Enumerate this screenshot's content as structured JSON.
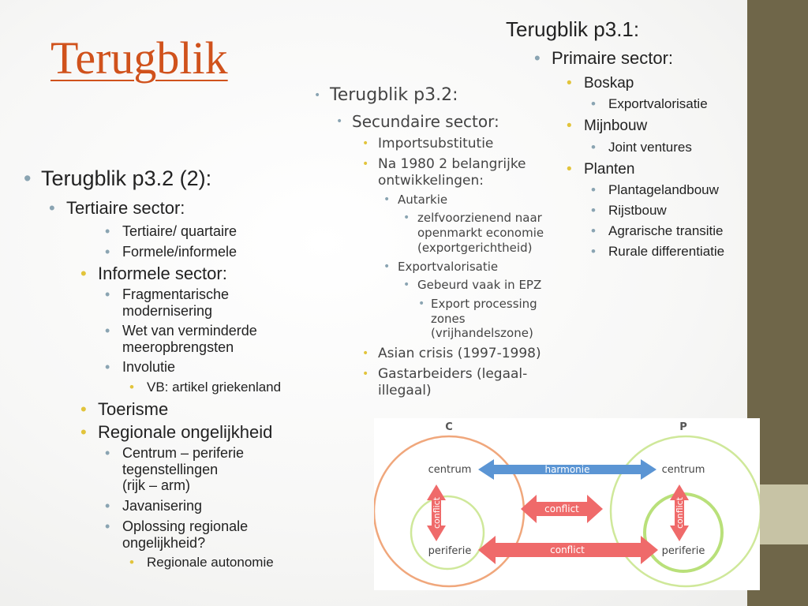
{
  "title": "Terugblik",
  "left_column": [
    {
      "text": "Terugblik p3.2 (2):",
      "level": 1
    },
    {
      "text": "Tertiaire sector:",
      "level": 2
    },
    {
      "text": "Tertiaire/ quartaire",
      "level": 3
    },
    {
      "text": "Formele/informele",
      "level": 3
    },
    {
      "text": "Informele sector:",
      "level": 2
    },
    {
      "text": "Fragmentarische",
      "level": 3
    },
    {
      "text": "modernisering",
      "level": 3,
      "cont": true
    },
    {
      "text": "Wet van verminderde",
      "level": 3
    },
    {
      "text": "meeropbrengsten",
      "level": 3,
      "cont": true
    },
    {
      "text": "Involutie",
      "level": 3
    },
    {
      "text": "VB: artikel griekenland",
      "level": 4
    },
    {
      "text": "Toerisme",
      "level": 2
    },
    {
      "text": "Regionale ongelijkheid",
      "level": 2
    },
    {
      "text": "Centrum – periferie",
      "level": 3
    },
    {
      "text": "tegenstellingen",
      "level": 3,
      "cont": true
    },
    {
      "text": "(rijk – arm)",
      "level": 3,
      "cont": true
    },
    {
      "text": "Javanisering",
      "level": 3
    },
    {
      "text": "Oplossing regionale",
      "level": 3
    },
    {
      "text": "ongelijkheid?",
      "level": 3,
      "cont": true
    },
    {
      "text": "Regionale autonomie",
      "level": 4
    }
  ],
  "middle_column": [
    {
      "text": "Terugblik p3.2:",
      "level": 1
    },
    {
      "text": "Secundaire sector:",
      "level": 2
    },
    {
      "text": "Importsubstitutie",
      "level": 3
    },
    {
      "text": "Na 1980 2 belangrijke",
      "level": 3
    },
    {
      "text": "ontwikkelingen:",
      "level": 3,
      "cont": true
    },
    {
      "text": "Autarkie",
      "level": 4
    },
    {
      "text": "zelfvoorzienend naar",
      "level": 5
    },
    {
      "text": "openmarkt economie",
      "level": 5,
      "cont": true
    },
    {
      "text": "(exportgerichtheid)",
      "level": 5,
      "cont": true
    },
    {
      "text": "Exportvalorisatie",
      "level": 4
    },
    {
      "text": "Gebeurd vaak in EPZ",
      "level": 5
    },
    {
      "text": "Export processing",
      "level": 6
    },
    {
      "text": "zones",
      "level": 6,
      "cont": true
    },
    {
      "text": "(vrijhandelszone)",
      "level": 6,
      "cont": true
    },
    {
      "text": "Asian crisis (1997-1998)",
      "level": 3
    },
    {
      "text": "Gastarbeiders (legaal-",
      "level": 3
    },
    {
      "text": "illegaal)",
      "level": 3,
      "cont": true
    }
  ],
  "right_column": [
    {
      "text": "Terugblik p3.1:",
      "level": 1
    },
    {
      "text": "Primaire sector:",
      "level": 2
    },
    {
      "text": "Boskap",
      "level": 3
    },
    {
      "text": "Exportvalorisatie",
      "level": 4
    },
    {
      "text": "Mijnbouw",
      "level": 3
    },
    {
      "text": "Joint ventures",
      "level": 4
    },
    {
      "text": "Planten",
      "level": 3
    },
    {
      "text": "Plantagelandbouw",
      "level": 4
    },
    {
      "text": "Rijstbouw",
      "level": 4
    },
    {
      "text": "Agrarische transitie",
      "level": 4
    },
    {
      "text": "Rurale differentiatie",
      "level": 4
    }
  ],
  "diagram": {
    "label_c": "C",
    "label_p": "P",
    "centrum": "centrum",
    "periferie": "periferie",
    "harmonie": "harmonie",
    "conflict": "conflict"
  },
  "colors": {
    "title": "#d0521c",
    "sidebar": "#6f6649",
    "sidebar_band": "#c7c3a5",
    "bullet_blue": "#8aa4b2",
    "bullet_yellow": "#e2c43b",
    "circle_orange": "#f0a77c",
    "circle_green": "#cfe89a",
    "arrow_blue": "#5b95d4",
    "arrow_red": "#ef6a6a"
  }
}
